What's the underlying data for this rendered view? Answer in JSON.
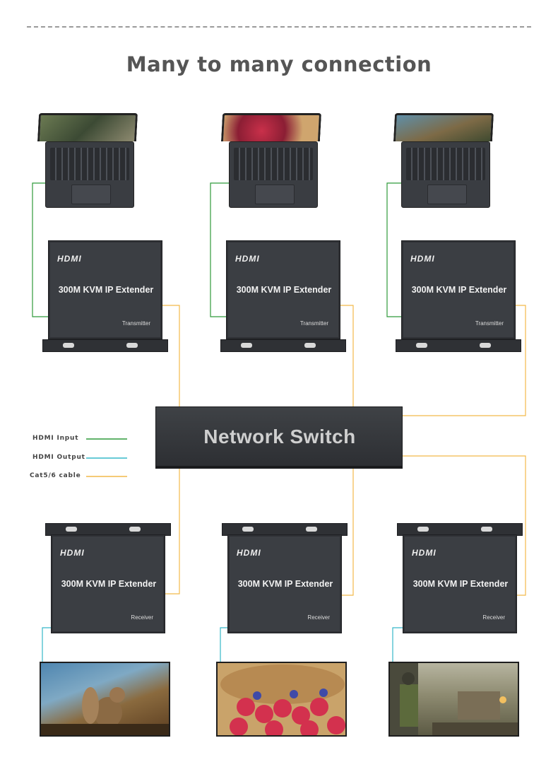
{
  "title": "Many to many connection",
  "switch_label": "Network Switch",
  "extender": {
    "logo": "HDMI",
    "model": "300M KVM IP Extender",
    "tx_role": "Transmitter",
    "rx_role": "Receiver"
  },
  "legend": {
    "input": "HDMI Input",
    "output": "HDMI Output",
    "cable": "Cat5/6 cable"
  },
  "colors": {
    "hdmi_input": "#2f9a3a",
    "hdmi_output": "#36b8c9",
    "cat_cable": "#f2b94a"
  },
  "laptops": [
    {
      "screen": "game-scene"
    },
    {
      "screen": "raspberries"
    },
    {
      "screen": "squirrel"
    }
  ],
  "monitors": [
    {
      "screen": "squirrel"
    },
    {
      "screen": "raspberries"
    },
    {
      "screen": "game-scene"
    }
  ]
}
